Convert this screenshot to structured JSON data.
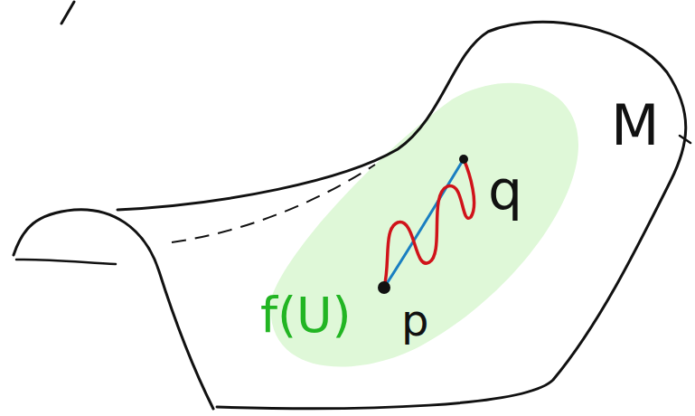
{
  "diagram": {
    "labels": [
      "M",
      "f(U)",
      "p",
      "q"
    ]
  }
}
